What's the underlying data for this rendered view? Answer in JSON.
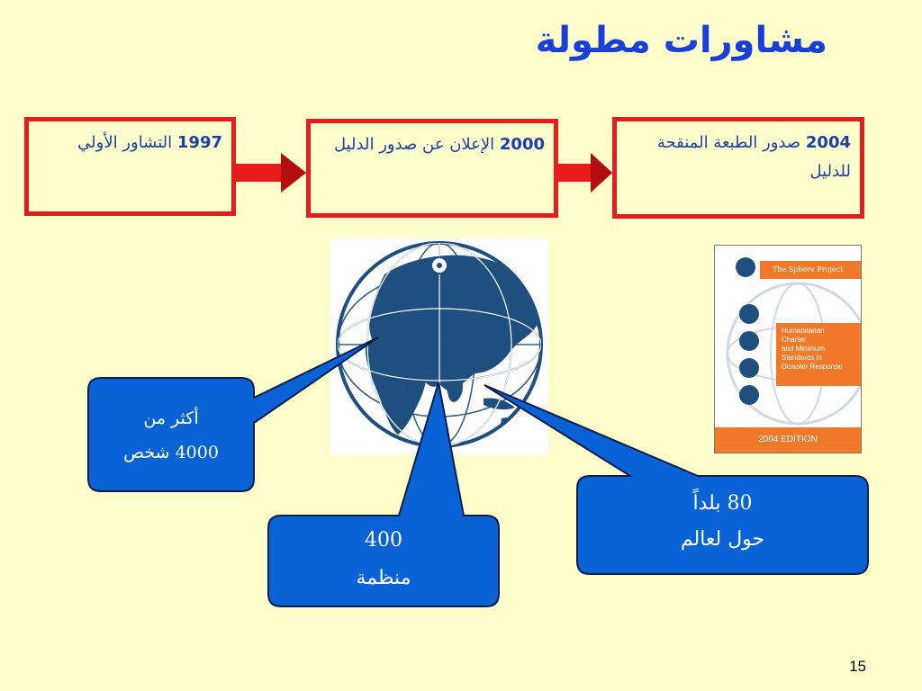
{
  "slide": {
    "title": "مشاورات مطولة",
    "page_number": "15"
  },
  "timeline": [
    {
      "year": "1997",
      "text": "التشاور الأولي"
    },
    {
      "year": "2000",
      "text": "الإعلان عن صدور الدليل"
    },
    {
      "year": "2004",
      "text": "صدور الطبعة المنقحة للدليل"
    }
  ],
  "callouts": {
    "people": {
      "line1": "أكثر من",
      "line2": "4000 شخص"
    },
    "organizations": {
      "line1": "400",
      "line2": "منظمة"
    },
    "countries": {
      "line1": "80 بلداً",
      "line2": "حول لعالم"
    }
  },
  "book": {
    "publisher": "The Sphere Project",
    "title_lines": [
      "Humanitarian",
      "Charter",
      "and Minimum",
      "Standards in",
      "Disaster Response"
    ],
    "edition": "2004 EDITION"
  },
  "colors": {
    "background": "#ffffcc",
    "title": "#1a3fd8",
    "timeline_border": "#e81c1c",
    "timeline_text": "#1b3fa8",
    "callout_fill": "#0a63d6",
    "book_orange": "#f07a2a",
    "globe_blue": "#1e4f7e"
  }
}
